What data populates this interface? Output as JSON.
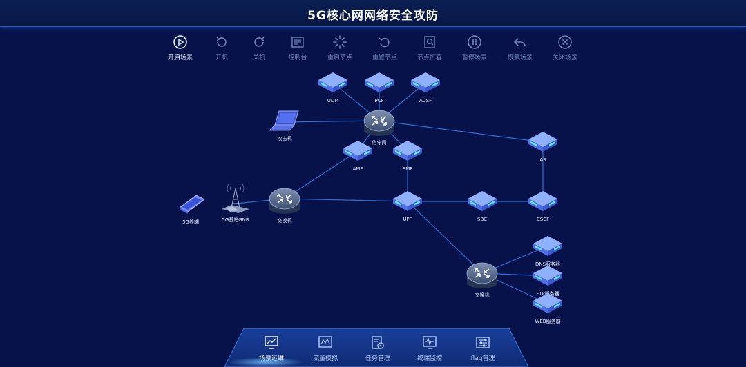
{
  "header": {
    "title": "5G核心网网络安全攻防"
  },
  "toolbar": [
    {
      "id": "start",
      "label": "开启场景",
      "icon": "play-icon",
      "active": true
    },
    {
      "id": "poweron",
      "label": "开机",
      "icon": "power-on-icon",
      "active": false
    },
    {
      "id": "poweroff",
      "label": "关机",
      "icon": "power-off-icon",
      "active": false
    },
    {
      "id": "console",
      "label": "控制台",
      "icon": "console-icon",
      "active": false
    },
    {
      "id": "reboot",
      "label": "重启节点",
      "icon": "loading-icon",
      "active": false
    },
    {
      "id": "reset",
      "label": "重置节点",
      "icon": "reset-icon",
      "active": false
    },
    {
      "id": "expand",
      "label": "节点扩容",
      "icon": "expand-icon",
      "active": false
    },
    {
      "id": "pause",
      "label": "暂停场景",
      "icon": "pause-icon",
      "active": false
    },
    {
      "id": "resume",
      "label": "恢复场景",
      "icon": "undo-icon",
      "active": false
    },
    {
      "id": "close",
      "label": "关闭场景",
      "icon": "close-icon",
      "active": false
    }
  ],
  "topology": {
    "nodes": [
      {
        "id": "udm",
        "label": "UDM",
        "type": "server"
      },
      {
        "id": "pcf",
        "label": "PCF",
        "type": "server"
      },
      {
        "id": "ausf",
        "label": "AUSF",
        "type": "server"
      },
      {
        "id": "attacker",
        "label": "攻击机",
        "type": "laptop"
      },
      {
        "id": "signal",
        "label": "信令网",
        "type": "router"
      },
      {
        "id": "amf",
        "label": "AMF",
        "type": "server"
      },
      {
        "id": "smf",
        "label": "SMF",
        "type": "server"
      },
      {
        "id": "as",
        "label": "AS",
        "type": "server"
      },
      {
        "id": "terminal",
        "label": "5G终端",
        "type": "phone"
      },
      {
        "id": "gnb",
        "label": "5G基站GNB",
        "type": "tower"
      },
      {
        "id": "switch1",
        "label": "交换机",
        "type": "router"
      },
      {
        "id": "upf",
        "label": "UPF",
        "type": "server"
      },
      {
        "id": "sbc",
        "label": "SBC",
        "type": "server"
      },
      {
        "id": "cscf",
        "label": "CSCF",
        "type": "server"
      },
      {
        "id": "switch2",
        "label": "交换机",
        "type": "router"
      },
      {
        "id": "dns",
        "label": "DNS服务器",
        "type": "server"
      },
      {
        "id": "ftp",
        "label": "FTP服务器",
        "type": "server"
      },
      {
        "id": "web",
        "label": "WEB服务器",
        "type": "server"
      }
    ],
    "edges": [
      [
        "udm",
        "signal"
      ],
      [
        "pcf",
        "signal"
      ],
      [
        "ausf",
        "signal"
      ],
      [
        "attacker",
        "signal"
      ],
      [
        "signal",
        "amf"
      ],
      [
        "signal",
        "smf"
      ],
      [
        "signal",
        "as"
      ],
      [
        "amf",
        "switch1"
      ],
      [
        "gnb",
        "switch1"
      ],
      [
        "switch1",
        "upf"
      ],
      [
        "smf",
        "upf"
      ],
      [
        "upf",
        "sbc"
      ],
      [
        "sbc",
        "cscf"
      ],
      [
        "as",
        "cscf"
      ],
      [
        "upf",
        "switch2"
      ],
      [
        "switch2",
        "dns"
      ],
      [
        "switch2",
        "ftp"
      ],
      [
        "switch2",
        "web"
      ]
    ]
  },
  "bottom_nav": [
    {
      "id": "scene-ops",
      "label": "场景运维",
      "icon": "monitor-chart-icon",
      "active": true
    },
    {
      "id": "traffic",
      "label": "流量模拟",
      "icon": "traffic-chart-icon",
      "active": false
    },
    {
      "id": "task",
      "label": "任务管理",
      "icon": "task-gear-icon",
      "active": false
    },
    {
      "id": "terminal-mon",
      "label": "终端监控",
      "icon": "terminal-monitor-icon",
      "active": false
    },
    {
      "id": "flag",
      "label": "flag管理",
      "icon": "flag-settings-icon",
      "active": false
    }
  ],
  "colors": {
    "background": "#07124a",
    "link": "#2f6fd6",
    "server_top": "#8fb0ff",
    "server_front": "#4f6fe6",
    "server_stripe": "#5ff0e6",
    "router": "#5d6f93",
    "active_text": "#e8f0ff",
    "inactive_text": "#6c84b8"
  }
}
